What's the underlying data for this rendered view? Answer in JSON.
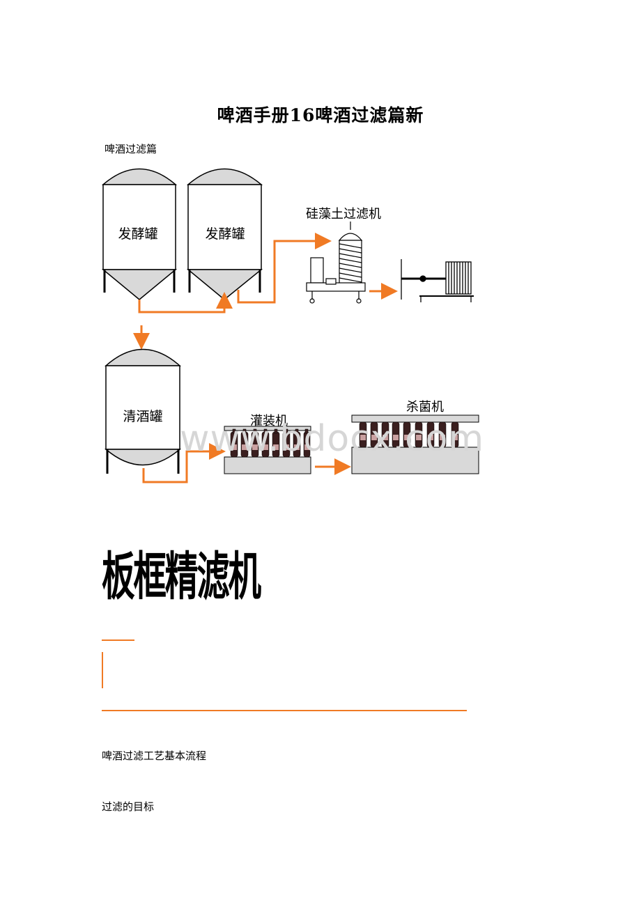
{
  "document": {
    "title": "啤酒手册16啤酒过滤篇新",
    "section_label": "啤酒过滤篇",
    "big_heading": "板框精滤机",
    "flow_heading": "啤酒过滤工艺基本流程",
    "goal_heading": "过滤的目标",
    "watermark": "www.bdocx.com"
  },
  "diagram": {
    "tank1_label": "发酵罐",
    "tank2_label": "发酵罐",
    "filter_label": "硅藻土过滤机",
    "bright_tank_label": "清酒罐",
    "filler_label": "灌装机",
    "pasteurizer_label": "杀菌机"
  },
  "colors": {
    "pipe": "#f07a24",
    "tank_fill": "#ffffff",
    "tank_dome": "#d9d9d9",
    "bottle": "#3a1f1f"
  }
}
